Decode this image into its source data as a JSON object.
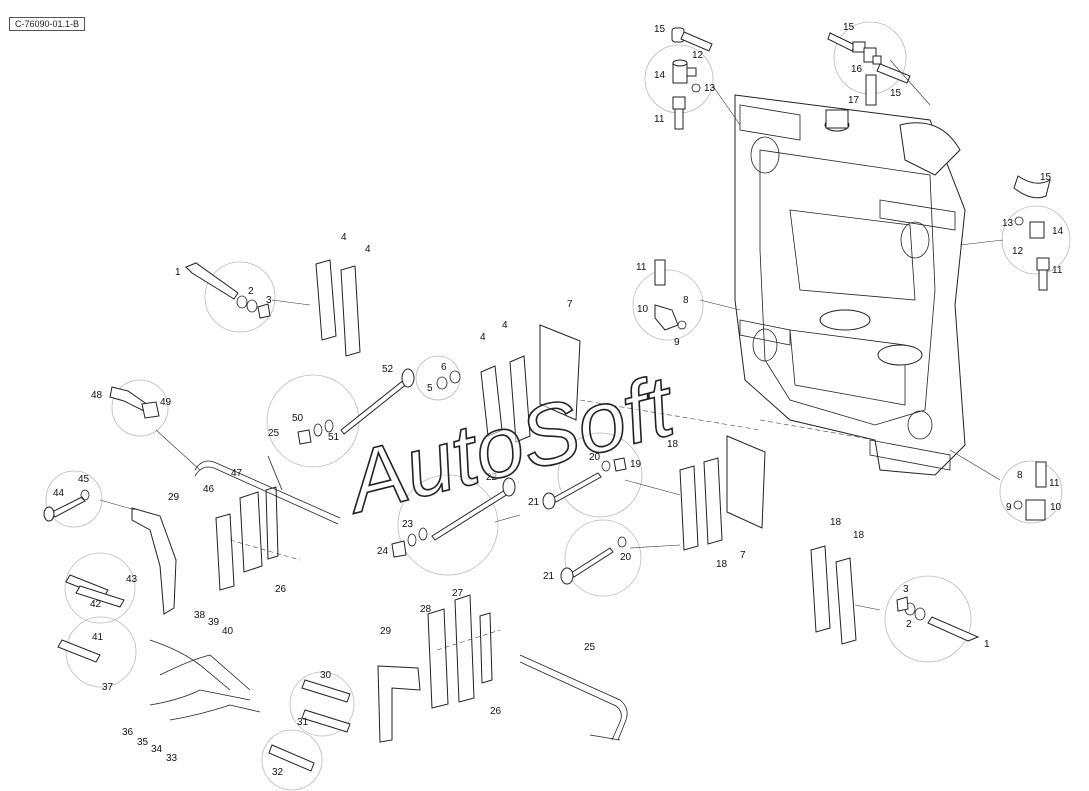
{
  "reference_code": "C-76090-01.1-B",
  "watermark": "AutoSoft",
  "callouts": [
    "1",
    "2",
    "3",
    "4",
    "5",
    "6",
    "7",
    "8",
    "9",
    "10",
    "11",
    "12",
    "13",
    "14",
    "15",
    "16",
    "17",
    "18",
    "19",
    "20",
    "21",
    "22",
    "23",
    "24",
    "25",
    "26",
    "27",
    "28",
    "29",
    "30",
    "31",
    "32",
    "33",
    "34",
    "35",
    "36",
    "37",
    "38",
    "39",
    "40",
    "41",
    "42",
    "43",
    "44",
    "45",
    "46",
    "47",
    "48",
    "49",
    "50",
    "51",
    "52"
  ],
  "colors": {
    "line": "#222222",
    "background": "#ffffff",
    "detail_circle": "#bbbbbb"
  }
}
